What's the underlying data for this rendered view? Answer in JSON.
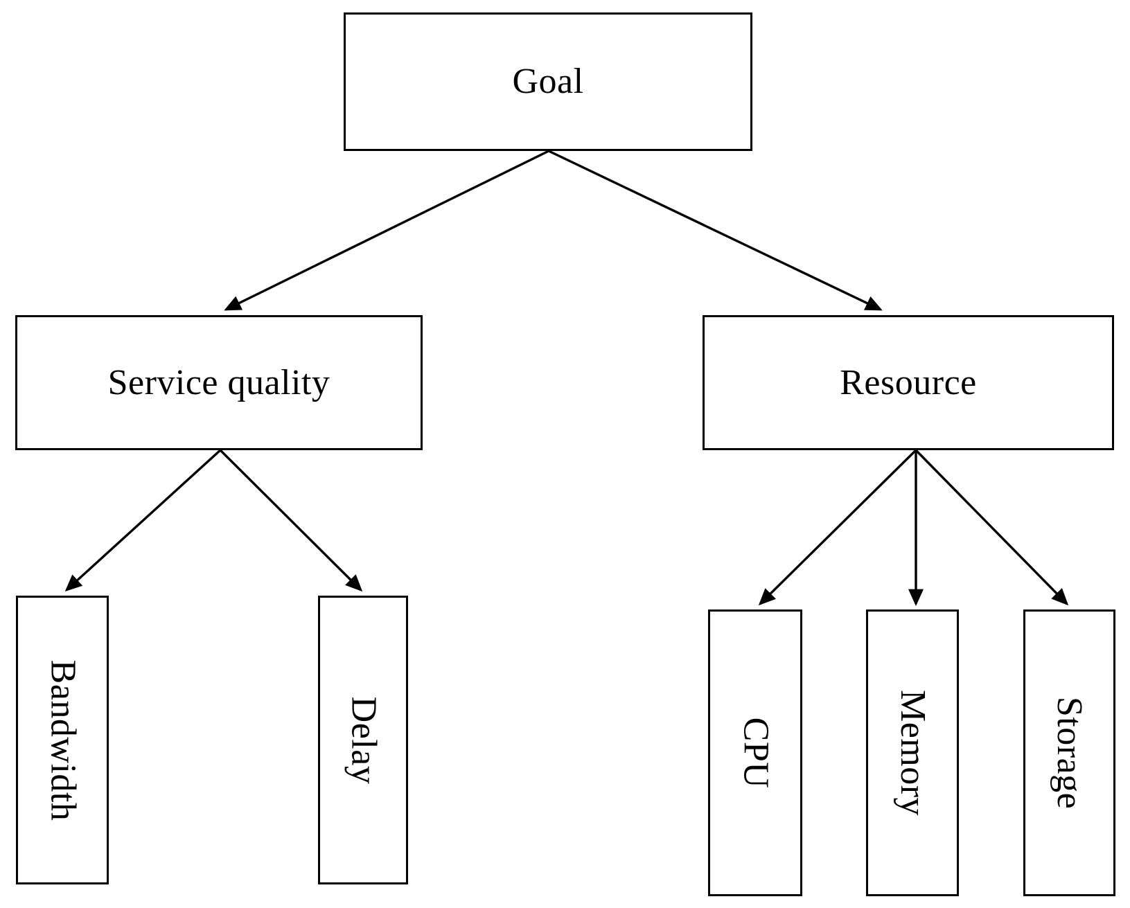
{
  "diagram": {
    "type": "hierarchy-tree",
    "background_color": "#ffffff",
    "line_color": "#000000",
    "border_color": "#000000",
    "nodes": [
      {
        "id": "goal",
        "label": "Goal",
        "level": 0,
        "orientation": "horizontal"
      },
      {
        "id": "service-quality",
        "label": "Service quality",
        "level": 1,
        "orientation": "horizontal"
      },
      {
        "id": "resource",
        "label": "Resource",
        "level": 1,
        "orientation": "horizontal"
      },
      {
        "id": "bandwidth",
        "label": "Bandwidth",
        "level": 2,
        "orientation": "vertical"
      },
      {
        "id": "delay",
        "label": "Delay",
        "level": 2,
        "orientation": "vertical"
      },
      {
        "id": "cpu",
        "label": "CPU",
        "level": 2,
        "orientation": "vertical"
      },
      {
        "id": "memory",
        "label": "Memory",
        "level": 2,
        "orientation": "vertical"
      },
      {
        "id": "storage",
        "label": "Storage",
        "level": 2,
        "orientation": "vertical"
      }
    ],
    "edges": [
      {
        "id": "goal-service-quality",
        "from": "goal",
        "to": "service-quality",
        "arrowhead": true
      },
      {
        "id": "goal-resource",
        "from": "goal",
        "to": "resource",
        "arrowhead": true
      },
      {
        "id": "service-quality-bandwidth",
        "from": "service-quality",
        "to": "bandwidth",
        "arrowhead": true
      },
      {
        "id": "service-quality-delay",
        "from": "service-quality",
        "to": "delay",
        "arrowhead": true
      },
      {
        "id": "resource-cpu",
        "from": "resource",
        "to": "cpu",
        "arrowhead": true
      },
      {
        "id": "resource-memory",
        "from": "resource",
        "to": "memory",
        "arrowhead": true
      },
      {
        "id": "resource-storage",
        "from": "resource",
        "to": "storage",
        "arrowhead": true
      }
    ]
  }
}
